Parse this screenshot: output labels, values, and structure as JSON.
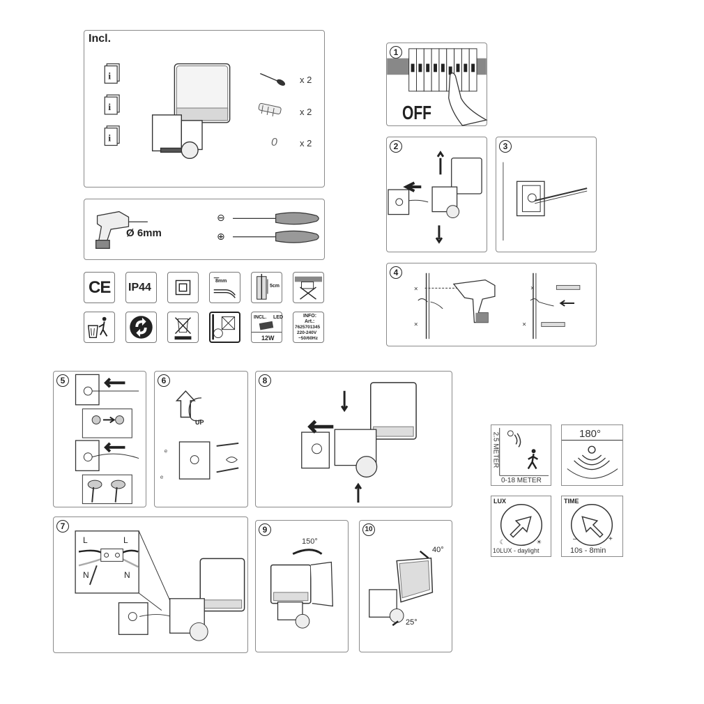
{
  "included": {
    "title": "Incl.",
    "qty_screw": "x 2",
    "qty_plug": "x 2",
    "qty_ring": "x 2",
    "ring_glyph": "0"
  },
  "tools": {
    "drill_size": "Ø 6mm",
    "minus": "⊖",
    "plus": "⊕"
  },
  "icons": {
    "ce": "CE",
    "ip": "IP44",
    "strip_len": "8mm",
    "depth": "5cm",
    "incl": "INCL.",
    "led": "LED",
    "power": "12W",
    "info_title": "INFO:",
    "info_art": "Art.:",
    "info_num": "7625701345",
    "info_volt": "220-240V",
    "info_freq": "~50/60Hz"
  },
  "steps": {
    "s1": "1",
    "s1_label": "OFF",
    "s2": "2",
    "s3": "3",
    "s4": "4",
    "s5": "5",
    "s6": "6",
    "s6_up": "UP",
    "s7": "7",
    "s7_L1": "L",
    "s7_L2": "L",
    "s7_N1": "N",
    "s7_N2": "N",
    "s8": "8",
    "s9": "9",
    "s9_angle": "150°",
    "s10": "10",
    "s10_angle_top": "40°",
    "s10_angle_bottom": "25°"
  },
  "sensor": {
    "height": "2.5 METER",
    "range": "0-18 METER",
    "angle": "180°",
    "lux_title": "LUX",
    "lux_range": "10LUX - daylight",
    "time_title": "TIME",
    "time_range": "10s - 8min",
    "minus": "–",
    "plus": "+"
  }
}
